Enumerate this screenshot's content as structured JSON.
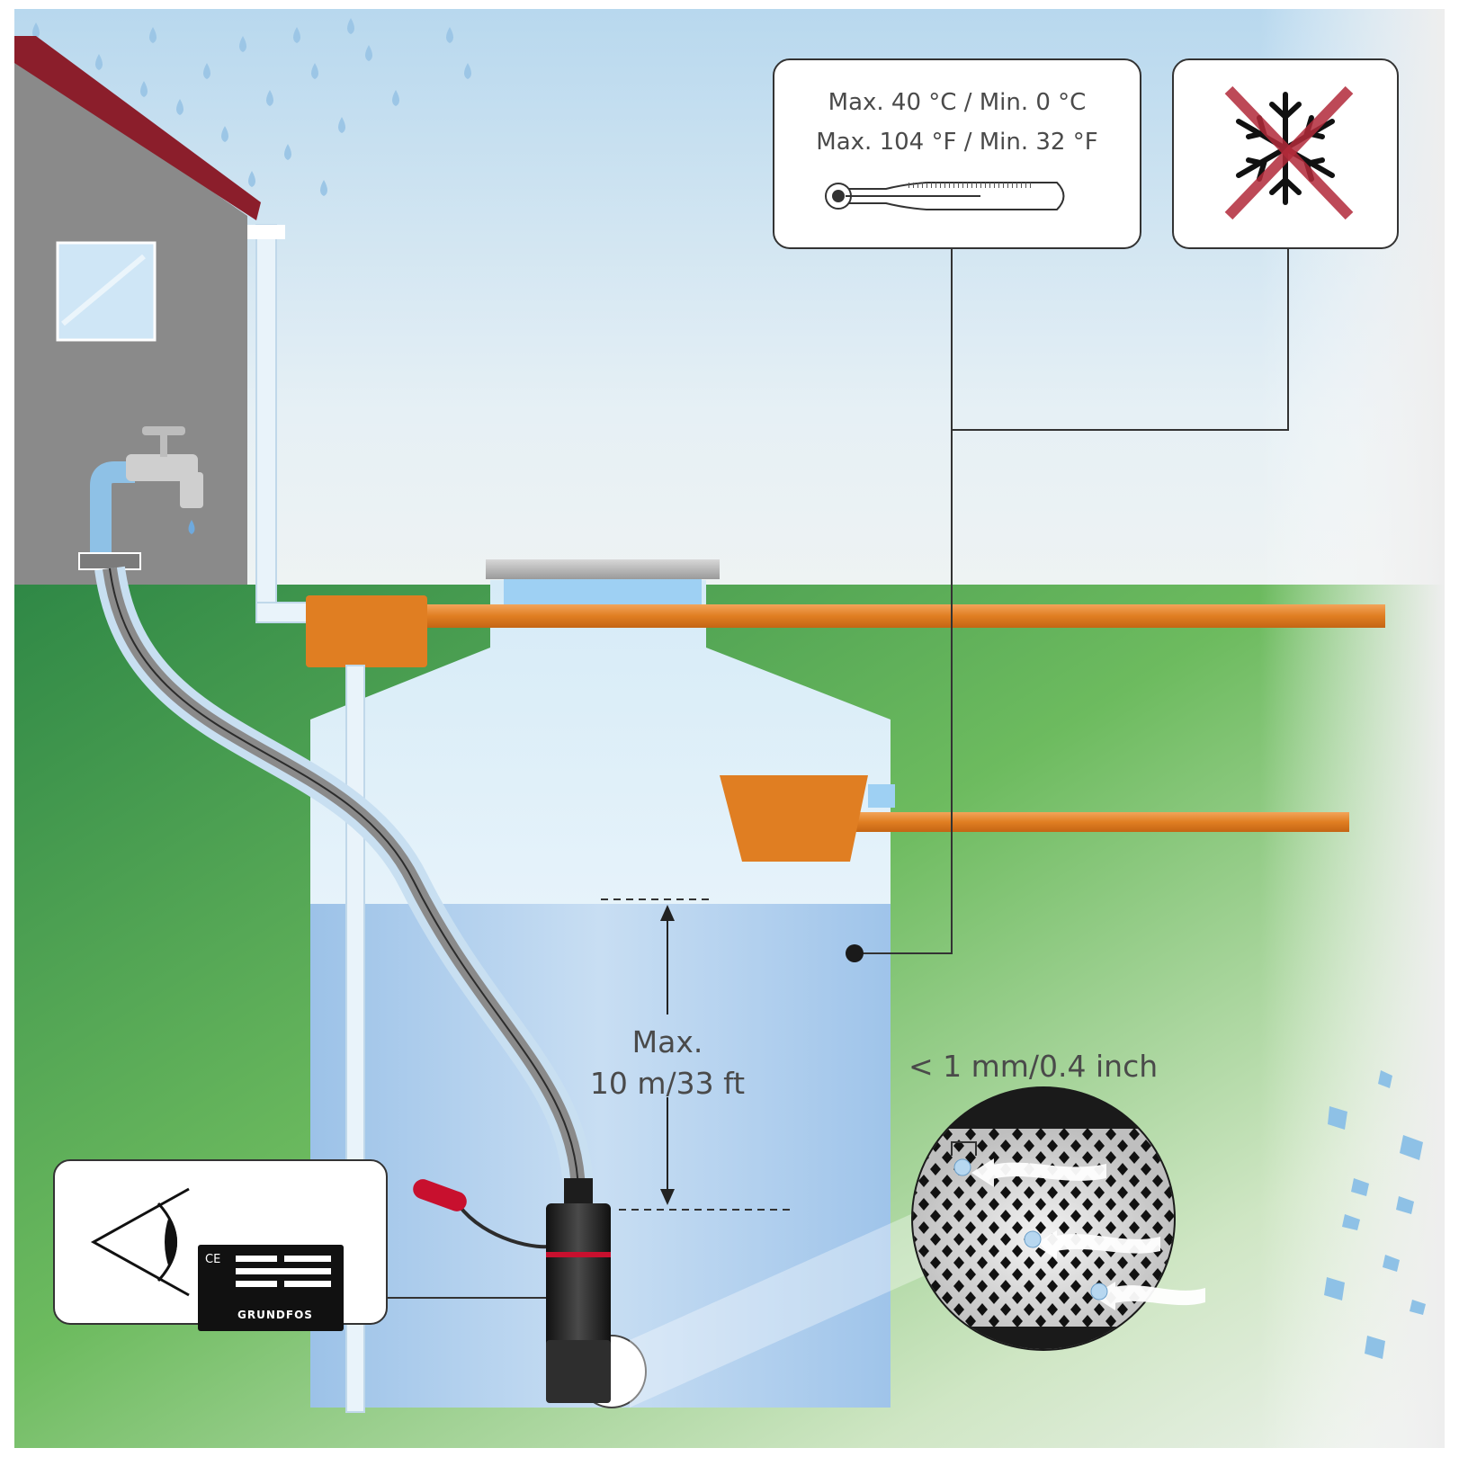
{
  "temperature_box": {
    "line1": "Max. 40 °C / Min. 0 °C",
    "line2": "Max. 104 °F / Min. 32 °F",
    "icon": "thermometer-icon"
  },
  "frost_box": {
    "icon": "crossed-out-snowflake-icon"
  },
  "depth_label": {
    "line1": "Max.",
    "line2": "10 m/33 ft"
  },
  "filter_label": "< 1 mm/0.4 inch",
  "nameplate": {
    "icon": "eye-nameplate-icon",
    "ce_mark": "CE",
    "brand": "GRUNDFOS"
  },
  "colors": {
    "sky": "#cfe3f1",
    "grass": "#3f8f4f",
    "house_wall": "#8a8a8a",
    "roof": "#8b1e2b",
    "pipe_orange": "#e07e22",
    "tank_water": "#a9c9ea",
    "pump_body": "#1d1d1d",
    "float_switch": "#c8102e"
  }
}
